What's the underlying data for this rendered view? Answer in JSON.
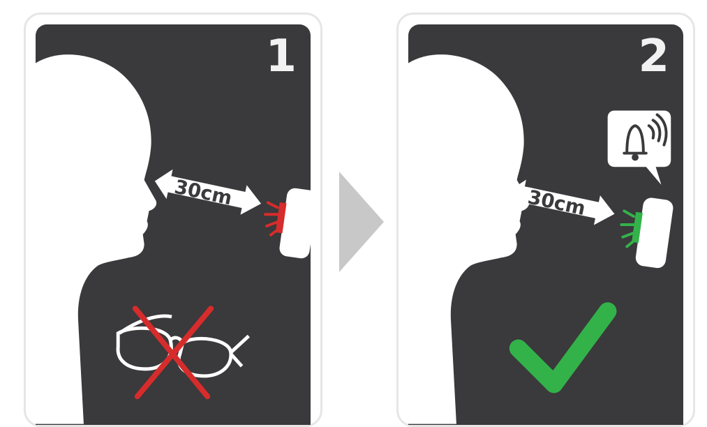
{
  "steps": [
    {
      "number": "1",
      "distance_label": "30cm",
      "sensor_light_color": "#d62c2c",
      "result_icon": "glasses-crossed-out-icon",
      "result_color": "#d62c2c"
    },
    {
      "number": "2",
      "distance_label": "30cm",
      "sensor_light_color": "#33b24a",
      "notification_icon": "bell-ringing-icon",
      "result_icon": "checkmark-icon",
      "result_color": "#33b24a"
    }
  ],
  "colors": {
    "panel_background": "#3a393b",
    "silhouette": "#ffffff",
    "arrow": "#c8c8c8",
    "error": "#d62c2c",
    "success": "#33b24a"
  }
}
